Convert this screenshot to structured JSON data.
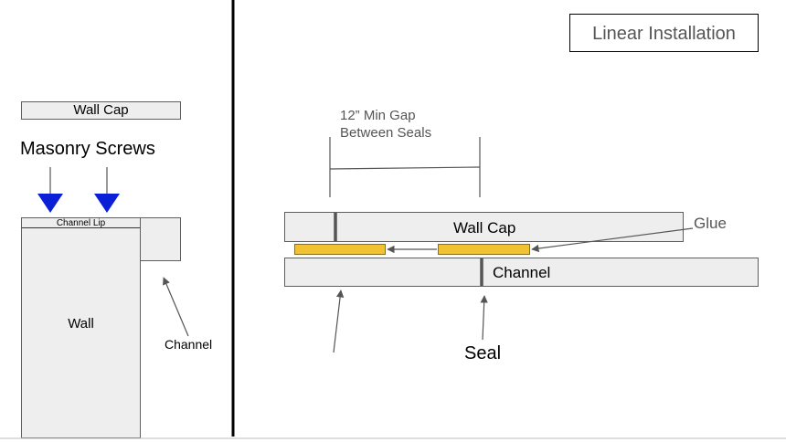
{
  "title": "Linear Installation",
  "left_panel": {
    "wall_cap_label": "Wall Cap",
    "screws_label": "Masonry Screws",
    "channel_lip_label": "Channel Lip",
    "wall_label": "Wall",
    "channel_label": "Channel"
  },
  "right_panel": {
    "gap_note_line1": "12” Min Gap",
    "gap_note_line2": "Between Seals",
    "wall_cap_label": "Wall Cap",
    "channel_label": "Channel",
    "glue_label": "Glue",
    "seal_label": "Seal"
  },
  "colors": {
    "part_fill": "#eeeeee",
    "part_stroke": "#5f5f5f",
    "screw_arrow": "#0b1fd6",
    "glue_fill": "#f1c232",
    "divider": "#000000"
  }
}
